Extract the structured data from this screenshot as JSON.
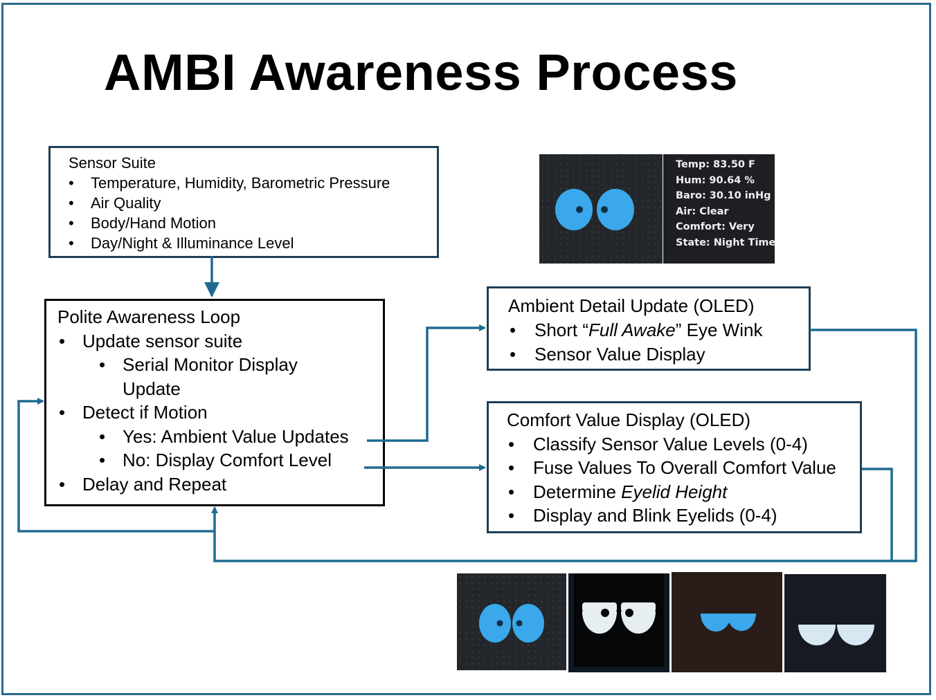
{
  "title": "AMBI Awareness Process",
  "sensor_suite": {
    "heading": "Sensor Suite",
    "items": [
      "Temperature, Humidity, Barometric Pressure",
      "Air Quality",
      "Body/Hand Motion",
      "Day/Night & Illuminance Level"
    ]
  },
  "loop": {
    "heading": "Polite Awareness Loop",
    "items": [
      {
        "text": "Update sensor suite",
        "level": 1
      },
      {
        "text": "Serial Monitor Display",
        "level": 2
      },
      {
        "text": "Update",
        "level": 2,
        "continuation": true
      },
      {
        "text": "Detect if Motion",
        "level": 1
      },
      {
        "text": "Yes: Ambient Value Updates",
        "level": 2
      },
      {
        "text": "No: Display Comfort Level",
        "level": 2
      },
      {
        "text": "Delay and Repeat",
        "level": 1
      }
    ]
  },
  "ambient": {
    "heading": "Ambient Detail Update (OLED)",
    "item1_prefix": "Short “",
    "item1_emph": "Full Awake",
    "item1_suffix": "” Eye Wink",
    "item2": "Sensor Value Display"
  },
  "comfort": {
    "heading": "Comfort Value Display (OLED)",
    "item1": "Classify Sensor Value Levels (0-4)",
    "item2": "Fuse Values To Overall Comfort Value",
    "item3_prefix": "Determine ",
    "item3_emph": "Eyelid Height",
    "item4": "Display and Blink Eyelids (0-4)"
  },
  "oled_readout": [
    "Temp: 83.50 F",
    "Hum: 90.64 %",
    "Baro: 30.10 inHg",
    "Air: Clear",
    "Comfort: Very",
    "State: Night Time"
  ],
  "colors": {
    "arrow": "#1f6a92",
    "frame": "#2c6a8e",
    "eye_blue": "#3aa8ea",
    "eye_white": "#e6eef2"
  }
}
